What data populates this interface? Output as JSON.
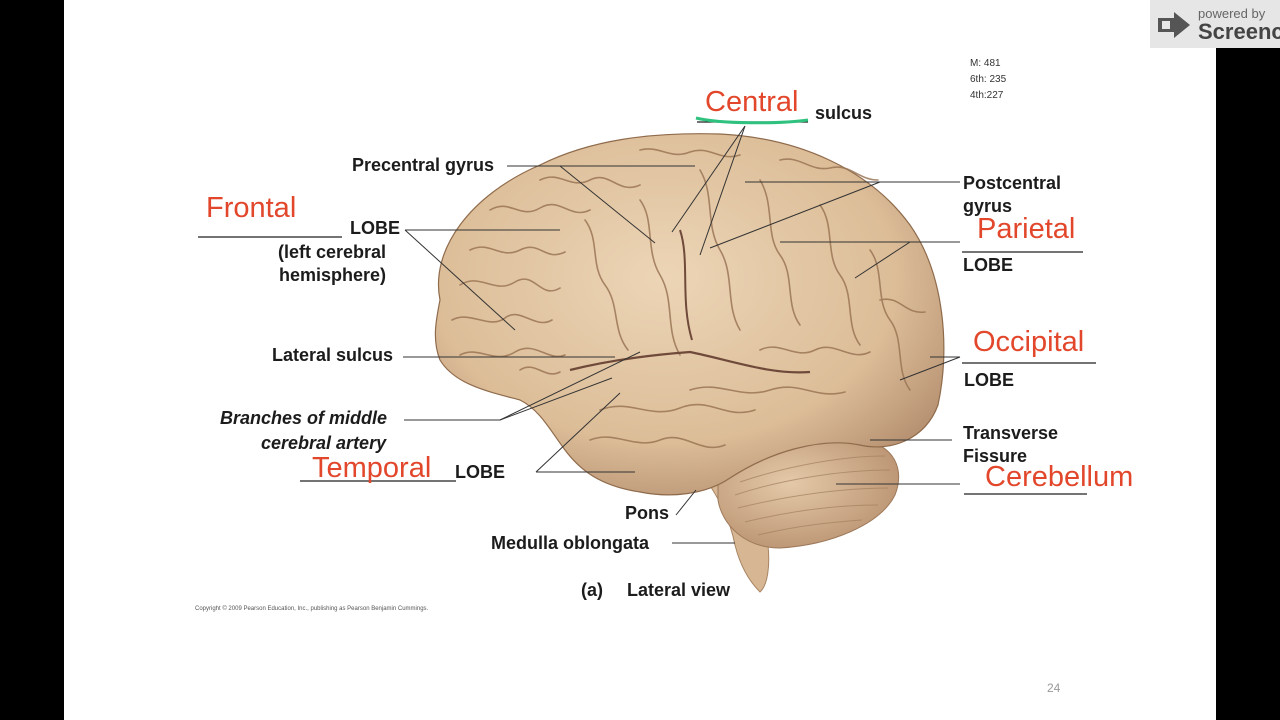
{
  "watermark": {
    "powered_by": "powered by",
    "brand": "Screenca"
  },
  "notes": {
    "line1": "M: 481",
    "line2": "6th: 235",
    "line3": "4th:227"
  },
  "labels": {
    "sulcus": "sulcus",
    "precentral_gyrus": "Precentral gyrus",
    "postcentral": "Postcentral",
    "gyrus": "gyrus",
    "lobe_frontal": "LOBE",
    "left_cerebral": "(left cerebral",
    "hemisphere": "hemisphere)",
    "lobe_parietal": "LOBE",
    "lateral_sulcus": "Lateral sulcus",
    "occipital_lobe": "LOBE",
    "branches_of_middle": "Branches of middle",
    "cerebral_artery": "cerebral artery",
    "transverse": "Transverse",
    "fissure": "Fissure",
    "lobe_temporal": "LOBE",
    "pons": "Pons",
    "medulla": "Medulla oblongata",
    "view_letter": "(a)",
    "view": "Lateral view"
  },
  "answers": {
    "central": "Central",
    "frontal": "Frontal",
    "parietal": "Parietal",
    "occipital": "Occipital",
    "temporal": "Temporal",
    "cerebellum": "Cerebellum"
  },
  "copyright": "Copyright © 2009 Pearson Education, Inc., publishing as Pearson Benjamin Cummings.",
  "page_number": "24",
  "colors": {
    "answer_red": "#e2472b",
    "highlight_green": "#2ec27e",
    "brain": "#e2c8a6"
  }
}
